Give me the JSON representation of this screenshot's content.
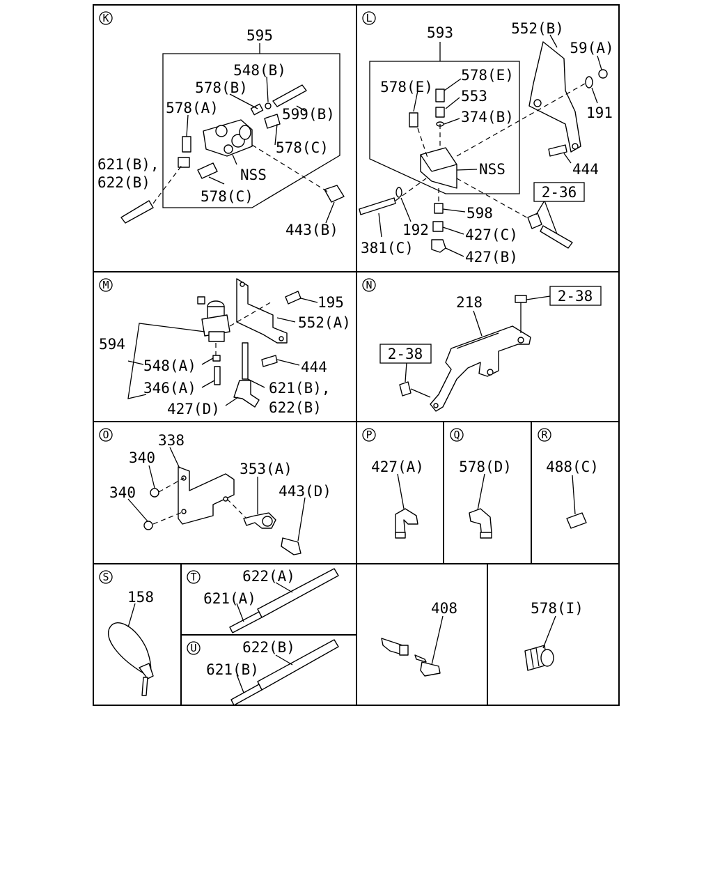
{
  "sections": {
    "K": {
      "marker": "K",
      "labels": [
        "595",
        "548(B)",
        "578(B)",
        "578(A)",
        "599(B)",
        "578(C)",
        "NSS",
        "621(B),",
        "622(B)",
        "578(C)",
        "443(B)"
      ]
    },
    "L": {
      "marker": "L",
      "labels": [
        "593",
        "552(B)",
        "59(A)",
        "578(E)",
        "578(E)",
        "553",
        "374(B)",
        "191",
        "NSS",
        "444",
        "2-36",
        "598",
        "192",
        "381(C)",
        "427(C)",
        "427(B)"
      ]
    },
    "M": {
      "marker": "M",
      "labels": [
        "195",
        "552(A)",
        "594",
        "548(A)",
        "444",
        "346(A)",
        "621(B),",
        "427(D)",
        "622(B)"
      ]
    },
    "N": {
      "marker": "N",
      "labels": [
        "218",
        "2-38",
        "2-38"
      ]
    },
    "O": {
      "marker": "O",
      "labels": [
        "338",
        "340",
        "353(A)",
        "340",
        "443(D)"
      ]
    },
    "P": {
      "marker": "P",
      "labels": [
        "427(A)"
      ]
    },
    "Q": {
      "marker": "Q",
      "labels": [
        "578(D)"
      ]
    },
    "R": {
      "marker": "R",
      "labels": [
        "488(C)"
      ]
    },
    "S": {
      "marker": "S",
      "labels": [
        "158"
      ]
    },
    "T": {
      "marker": "T",
      "labels": [
        "622(A)",
        "621(A)"
      ]
    },
    "U": {
      "marker": "U",
      "labels": [
        "622(B)",
        "621(B)"
      ]
    },
    "V": {
      "labels": [
        "408"
      ]
    },
    "W": {
      "labels": [
        "578(I)"
      ]
    }
  }
}
